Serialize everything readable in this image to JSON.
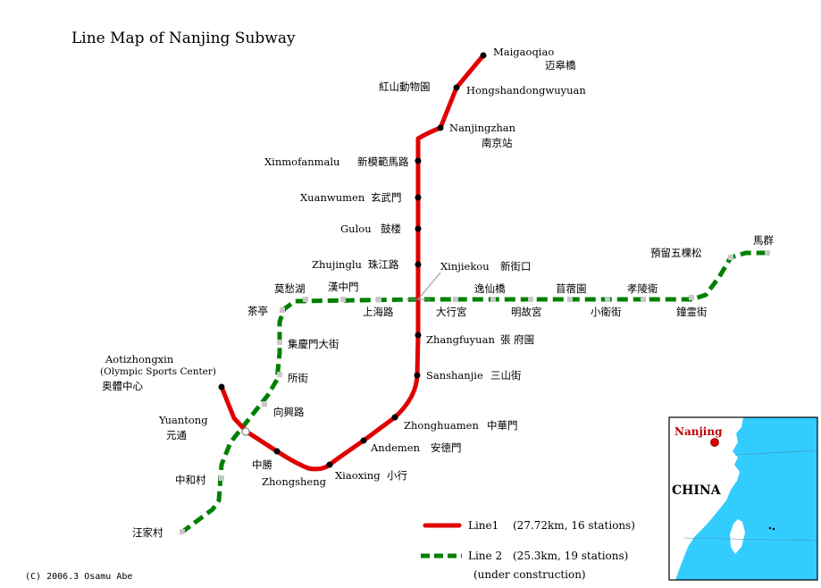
{
  "title": "Line Map of Nanjing Subway",
  "copyright": "(C) 2006.3  Osamu Abe",
  "colors": {
    "line1": "#e00000",
    "line2": "#008000",
    "sea": "#33ccff",
    "land": "#ffffff",
    "station_l2": "#c8c8c8"
  },
  "legend": {
    "line1": {
      "name": "Line1",
      "detail": "(27.72km, 16 stations)"
    },
    "line2": {
      "name": "Line 2",
      "detail": "(25.3km, 19 stations)",
      "note": "(under construction)"
    }
  },
  "inset": {
    "city": "Nanjing",
    "country": "CHINA"
  },
  "line1_stations": [
    {
      "en": "Maigaoqiao",
      "zh": "迈皋橋"
    },
    {
      "en": "Hongshandongwuyuan",
      "zh": "紅山動物園"
    },
    {
      "en": "Nanjingzhan",
      "zh": "南京站"
    },
    {
      "en": "Xinmofanmalu",
      "zh": "新模範馬路"
    },
    {
      "en": "Xuanwumen",
      "zh": "玄武門"
    },
    {
      "en": "Gulou",
      "zh": "鼓楼"
    },
    {
      "en": "Zhujinglu",
      "zh": "珠江路"
    },
    {
      "en": "Xinjiekou",
      "zh": "新街口"
    },
    {
      "en": "Zhangfuyuan",
      "zh": "張 府園"
    },
    {
      "en": "Sanshanjie",
      "zh": "三山街"
    },
    {
      "en": "Zhonghuamen",
      "zh": "中華門"
    },
    {
      "en": "Andemen",
      "zh": "安徳門"
    },
    {
      "en": "Xiaoxing",
      "zh": "小行"
    },
    {
      "en": "Zhongsheng",
      "zh": "中勝"
    },
    {
      "en": "Yuantong",
      "zh": "元通"
    },
    {
      "en": "Aotizhongxin",
      "en2": "(Olympic Sports Center)",
      "zh": "奥體中心"
    }
  ],
  "line2_stations": [
    {
      "zh": "汪家村"
    },
    {
      "zh": "中和村"
    },
    {
      "zh": "向興路"
    },
    {
      "zh": "所街"
    },
    {
      "zh": "集慶門大街"
    },
    {
      "zh": "茶亭"
    },
    {
      "zh": "莫愁湖"
    },
    {
      "zh": "漢中門"
    },
    {
      "zh": "上海路"
    },
    {
      "zh": "大行宮"
    },
    {
      "zh": "逸仙橋"
    },
    {
      "zh": "明故宮"
    },
    {
      "zh": "苜蓿園"
    },
    {
      "zh": "小衛街"
    },
    {
      "zh": "孝陵衛"
    },
    {
      "zh": "鐘霊街"
    },
    {
      "zh": "預留五棵松"
    },
    {
      "zh": "馬群"
    }
  ]
}
